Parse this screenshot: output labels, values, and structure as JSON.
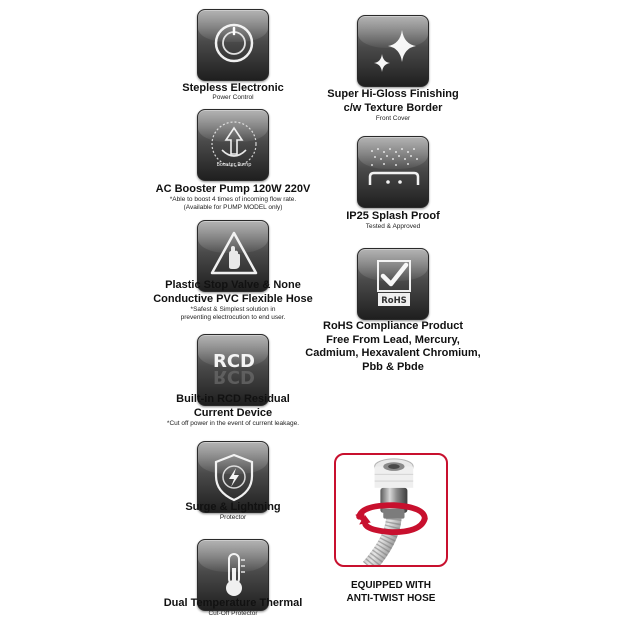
{
  "left_column": [
    {
      "id": "stepless",
      "icon": "power-dial-icon",
      "title": [
        "Stepless Electronic"
      ],
      "sub": [
        "Power Control"
      ]
    },
    {
      "id": "booster",
      "icon": "pump-booster-icon",
      "icon_text": "Booster Pump",
      "title": [
        "AC Booster Pump 120W 220V"
      ],
      "sub": [
        "*Able to boost 4 times of incoming flow rate.",
        "(Available for PUMP MODEL only)"
      ]
    },
    {
      "id": "stopvalve",
      "icon": "hand-warning-icon",
      "title": [
        "Plastic Stop Valve & None",
        "Conductive PVC Flexible Hose"
      ],
      "sub": [
        "*Safest & Simplest solution in",
        "preventing electrocution to end user."
      ]
    },
    {
      "id": "rcd",
      "icon": "rcd-icon",
      "icon_text": "RCD",
      "title": [
        "Built-in RCD Residual",
        "Current Device"
      ],
      "sub": [
        "*Cut off power in the event  of current leakage."
      ]
    },
    {
      "id": "surge",
      "icon": "lightning-shield-icon",
      "title": [
        "Surge & Lightning"
      ],
      "sub": [
        "Protector"
      ]
    },
    {
      "id": "thermal",
      "icon": "thermometer-icon",
      "title": [
        "Dual Temperature Thermal"
      ],
      "sub": [
        "Cut-Off Protector"
      ]
    }
  ],
  "right_column": [
    {
      "id": "gloss",
      "icon": "sparkle-icon",
      "title": [
        "Super Hi-Gloss Finishing",
        "c/w Texture Border"
      ],
      "sub": [
        "Front Cover"
      ]
    },
    {
      "id": "ip25",
      "icon": "splash-proof-icon",
      "title": [
        "IP25 Splash Proof"
      ],
      "sub": [
        "Tested & Approved"
      ]
    },
    {
      "id": "rohs",
      "icon": "rohs-check-icon",
      "icon_text": "RoHS",
      "title": [
        "RoHS Compliance Product",
        "Free From Lead, Mercury,",
        "Cadmium, Hexavalent Chromium,",
        "Pbb & Pbde"
      ],
      "sub": []
    }
  ],
  "hose": {
    "icon": "anti-twist-hose-icon",
    "title": [
      "EQUIPPED WITH",
      "ANTI-TWIST HOSE"
    ],
    "accent": "#c8102e"
  }
}
